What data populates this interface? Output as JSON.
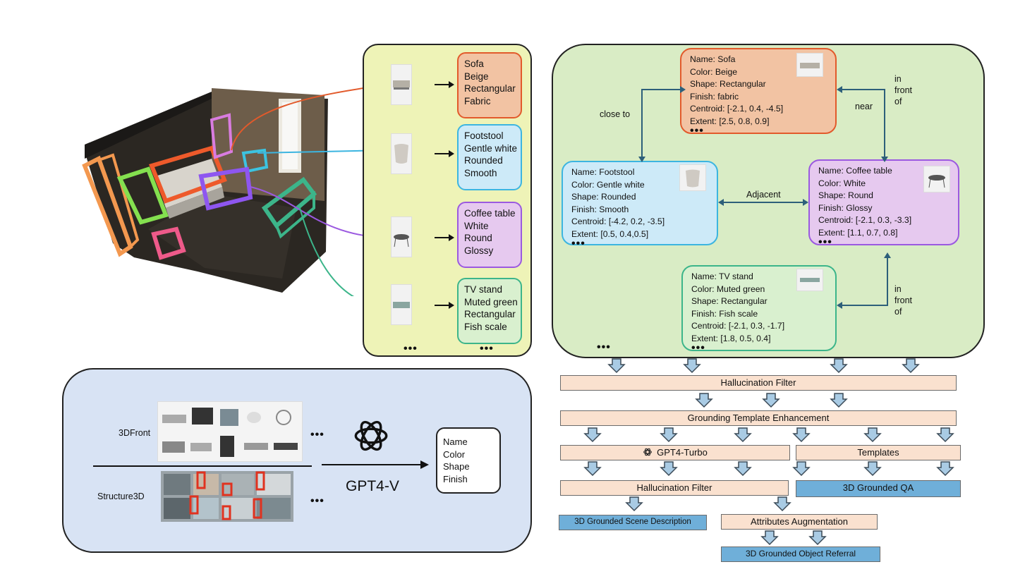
{
  "room_panel": {
    "object_attrs": [
      {
        "id": "sofa",
        "lines": [
          "Sofa",
          "Beige",
          "Rectangular",
          "Fabric"
        ]
      },
      {
        "id": "footstool",
        "lines": [
          "Footstool",
          "Gentle white",
          "Rounded",
          "Smooth"
        ]
      },
      {
        "id": "coffee_table",
        "lines": [
          "Coffee table",
          "White",
          "Round",
          "Glossy"
        ]
      },
      {
        "id": "tv_stand",
        "lines": [
          "TV stand",
          "Muted green",
          "Rectangular",
          "Fish scale"
        ]
      }
    ],
    "ellipsis": "•••"
  },
  "scene_graph": {
    "cards": [
      {
        "id": "sofa",
        "lines": [
          "Name: Sofa",
          "Color: Beige",
          "Shape: Rectangular",
          "Finish: fabric",
          "Centroid: [-2.1, 0.4, -4.5]",
          "Extent: [2.5, 0.8, 0.9]"
        ]
      },
      {
        "id": "footstool",
        "lines": [
          "Name: Footstool",
          "Color: Gentle white",
          "Shape: Rounded",
          "Finish: Smooth",
          "Centroid: [-4.2, 0.2, -3.5]",
          "Extent: [0.5, 0.4,0.5]"
        ]
      },
      {
        "id": "coffee_table",
        "lines": [
          "Name: Coffee table",
          "Color: White",
          "Shape: Round",
          "Finish: Glossy",
          "Centroid: [-2.1, 0.3, -3.3]",
          "Extent: [1.1, 0.7, 0.8]"
        ]
      },
      {
        "id": "tv_stand",
        "lines": [
          "Name: TV stand",
          "Color: Muted green",
          "Shape: Rectangular",
          "Finish: Fish scale",
          "Centroid: [-2.1, 0.3, -1.7]",
          "Extent: [1.8, 0.5, 0.4]"
        ]
      }
    ],
    "relations": {
      "close_to": "close to",
      "near": "near",
      "in_front_of": "in\nfront\nof",
      "adjacent": "Adjacent",
      "in_front_of_2": "in\nfront\nof"
    },
    "ellipsis": "•••"
  },
  "source_panel": {
    "label_3dfront": "3DFront",
    "label_structure3d": "Structure3D",
    "ellipsis": "•••",
    "model_label": "GPT4-V",
    "output_lines": [
      "Name",
      "Color",
      "Shape",
      "Finish"
    ],
    "logo": "openai-logo-icon"
  },
  "pipeline": {
    "hallucination_filter_1": "Hallucination Filter",
    "grounding_template": "Grounding Template Enhancement",
    "gpt4_turbo": "GPT4-Turbo",
    "templates": "Templates",
    "hallucination_filter_2": "Hallucination Filter",
    "grounded_qa": "3D Grounded QA",
    "scene_description": "3D Grounded Scene Description",
    "attributes_augmentation": "Attributes Augmentation",
    "object_referral": "3D Grounded Object Referral"
  },
  "colors": {
    "sofa": "#e25a2b",
    "footstool": "#3cb5e0",
    "coffee_table": "#9b59e0",
    "tv_stand": "#3cb58a",
    "sofa_fill": "#f2c3a3",
    "footstool_fill": "#cdeaf8",
    "coffee_fill": "#e6c9ef",
    "tv_fill": "#d9f0cf"
  }
}
